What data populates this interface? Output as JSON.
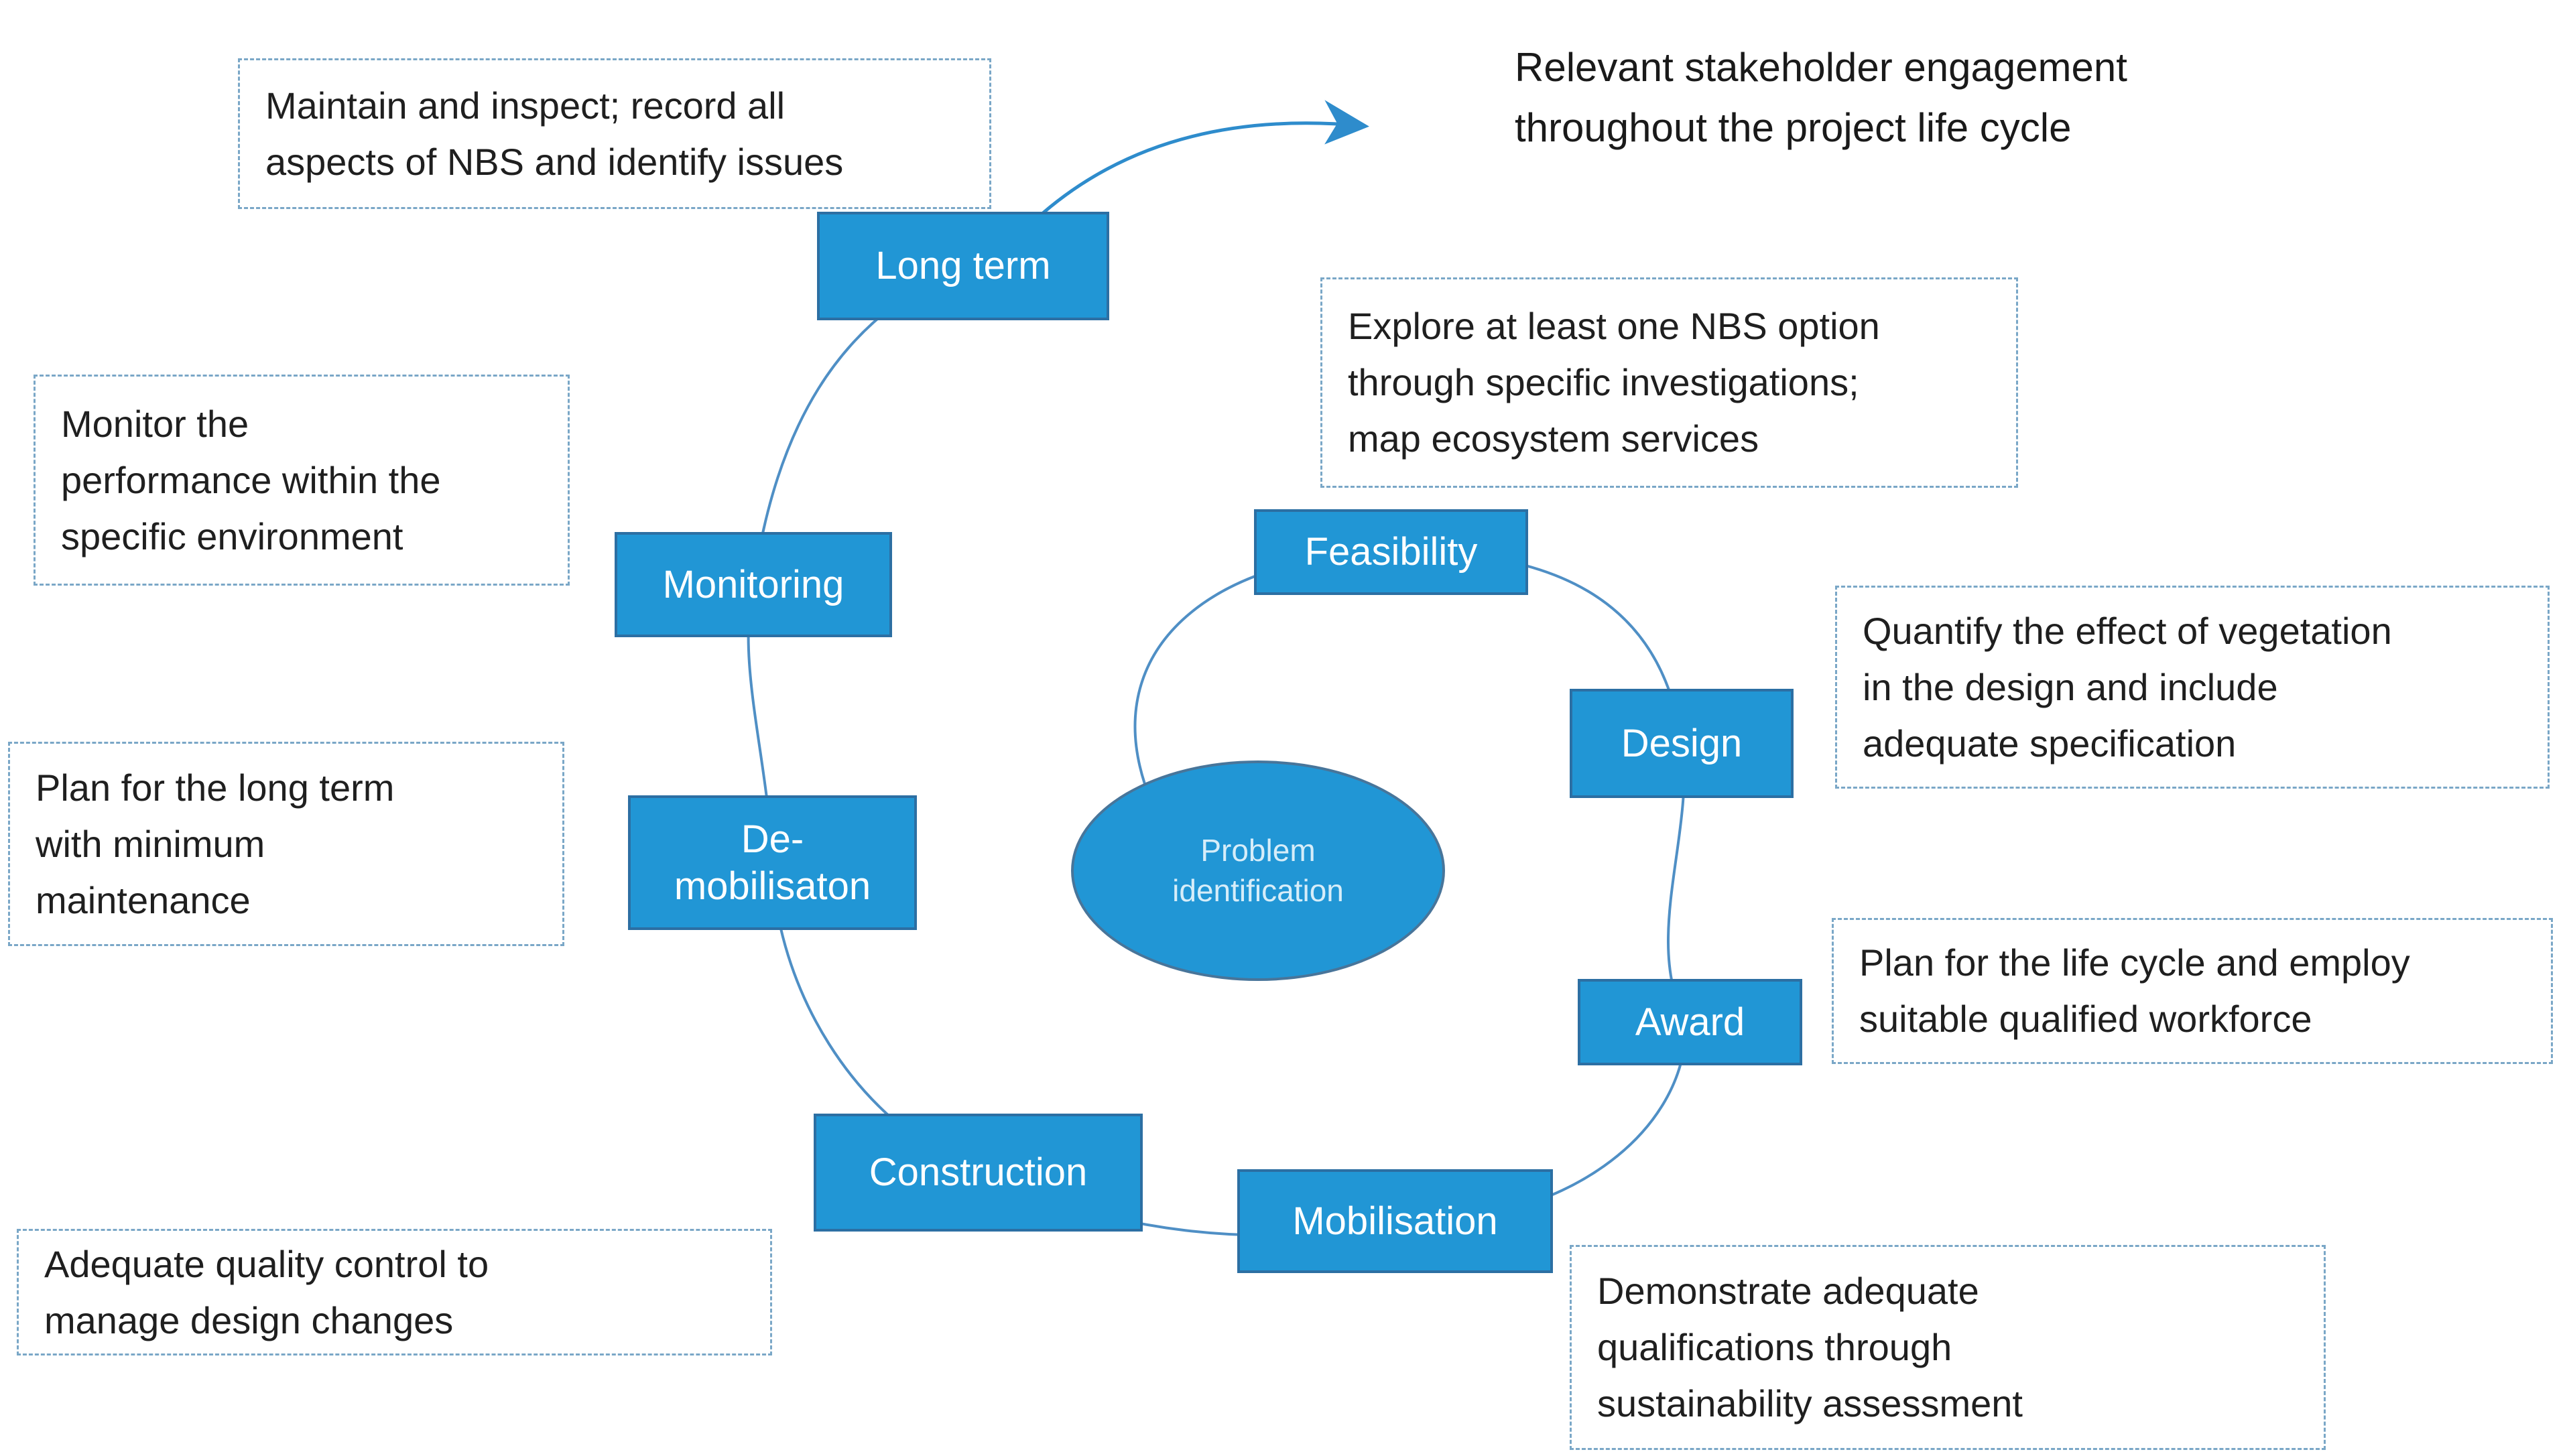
{
  "diagram": {
    "colors": {
      "stage_fill": "#2196d5",
      "stage_border": "#2c6fa3",
      "stage_text": "#ffffff",
      "ellipse_text": "#d6edf9",
      "note_border": "#7aa7c7",
      "note_text": "#1f1f1f",
      "spiral_line": "#4f8fc5",
      "arrow": "#2e8ccc"
    },
    "center": {
      "label": "Problem\nidentification"
    },
    "stages": [
      {
        "key": "long-term",
        "label": "Long term"
      },
      {
        "key": "monitoring",
        "label": "Monitoring"
      },
      {
        "key": "de-mobilisaton",
        "label": "De-\nmobilisaton"
      },
      {
        "key": "construction",
        "label": "Construction"
      },
      {
        "key": "mobilisation",
        "label": "Mobilisation"
      },
      {
        "key": "award",
        "label": "Award"
      },
      {
        "key": "design",
        "label": "Design"
      },
      {
        "key": "feasibility",
        "label": "Feasibility"
      }
    ],
    "notes": [
      {
        "key": "maintain",
        "text": "Maintain and inspect; record all\naspects of NBS and identify issues"
      },
      {
        "key": "monitor",
        "text": "Monitor the\nperformance within the\nspecific environment"
      },
      {
        "key": "plan-long-term",
        "text": "Plan for the long term\nwith minimum\nmaintenance"
      },
      {
        "key": "quality-control",
        "text": "Adequate quality control to\nmanage design changes"
      },
      {
        "key": "explore",
        "text": "Explore at least one NBS option\nthrough specific investigations;\nmap ecosystem services"
      },
      {
        "key": "quantify",
        "text": "Quantify the effect of vegetation\nin the design and include\nadequate specification"
      },
      {
        "key": "plan-life-cycle",
        "text": "Plan for the life cycle and employ\nsuitable qualified workforce"
      },
      {
        "key": "demonstrate",
        "text": "Demonstrate adequate\nqualifications through\nsustainability assessment"
      }
    ],
    "callout": {
      "text": "Relevant stakeholder engagement\nthroughout the project life cycle"
    }
  }
}
